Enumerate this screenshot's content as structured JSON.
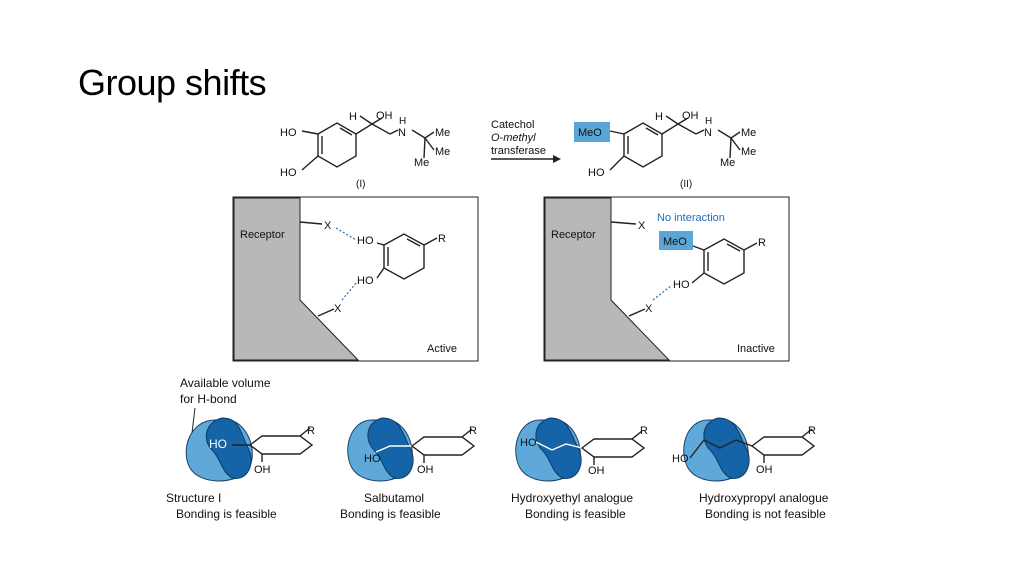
{
  "slide": {
    "title": "Group shifts"
  },
  "reaction": {
    "enzyme_line1": "Catechol",
    "enzyme_line2": "O-methyl",
    "enzyme_line3": "transferase",
    "compound1_label": "(I)",
    "compound2_label": "(II)",
    "ho": "HO",
    "meo": "MeO",
    "oh": "OH",
    "h": "H",
    "n": "N",
    "me": "Me"
  },
  "panels": {
    "receptor": "Receptor",
    "x": "X",
    "r": "R",
    "active": "Active",
    "inactive": "Inactive",
    "no_interaction": "No interaction"
  },
  "bottom": {
    "volume_line1": "Available volume",
    "volume_line2": "for H-bond",
    "items": [
      {
        "name": "Structure I",
        "status": "Bonding is feasible"
      },
      {
        "name": "Salbutamol",
        "status": "Bonding is feasible"
      },
      {
        "name": "Hydroxyethyl analogue",
        "status": "Bonding is feasible"
      },
      {
        "name": "Hydroxypropyl analogue",
        "status": "Bonding is not feasible"
      }
    ]
  },
  "colors": {
    "highlight": "#5aa6d6",
    "pocket_light": "#5ea9d9",
    "pocket_dark": "#1664a8",
    "receptor_grey": "#b8b8b8"
  }
}
